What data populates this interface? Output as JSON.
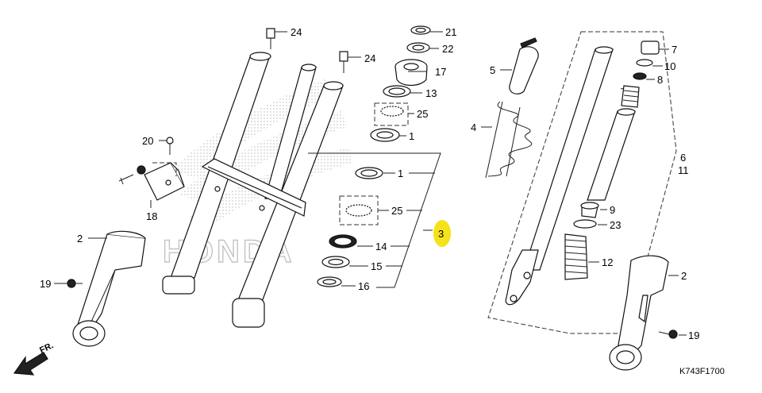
{
  "labels": {
    "l24a": "24",
    "l24b": "24",
    "l21": "21",
    "l22": "22",
    "l17": "17",
    "l13": "13",
    "l25a": "25",
    "l1a": "1",
    "l20": "20",
    "l18": "18",
    "l1b": "1",
    "l25b": "25",
    "l3": "3",
    "l14": "14",
    "l15": "15",
    "l16": "16",
    "l2a": "2",
    "l19a": "19",
    "l5": "5",
    "l4": "4",
    "l7": "7",
    "l10": "10",
    "l8": "8",
    "l6": "6",
    "l11": "11",
    "l9": "9",
    "l23": "23",
    "l12": "12",
    "l2b": "2",
    "l19b": "19"
  },
  "watermark": "HONDA",
  "front_arrow": "FR.",
  "diagram_code": "K743F1700",
  "highlight_color": "#f5e21a"
}
